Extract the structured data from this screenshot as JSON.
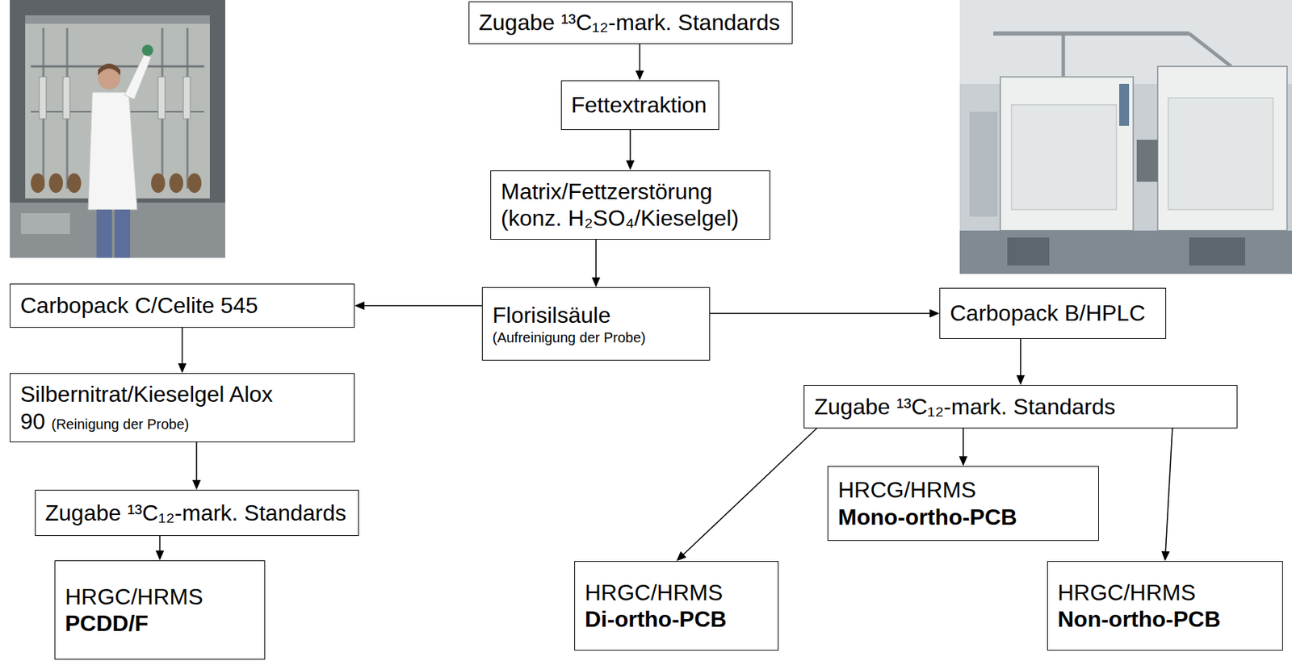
{
  "diagram": {
    "nodes": [
      {
        "text": [
          "Zugabe ¹³C₁₂-mark. Standards"
        ]
      },
      {
        "text": [
          "Fettextraktion"
        ]
      },
      {
        "text": [
          "Matrix/Fettzerstörung (konz. H₂SO₄/Kieselgel)"
        ]
      },
      {
        "text": [
          "Florisilsäule",
          "(Aufreinigung der Probe)"
        ]
      },
      {
        "text": [
          "Carbopack C/Celite 545"
        ]
      },
      {
        "text": [
          "Silbernitrat/Kieselgel Alox 90",
          "(Reinigung der Probe)"
        ]
      },
      {
        "text": [
          "Zugabe ¹³C₁₂-mark. Standards"
        ]
      },
      {
        "text": [
          "HRGC/HRMS",
          "PCDD/F"
        ]
      },
      {
        "text": [
          "Carbopack B/HPLC"
        ]
      },
      {
        "text": [
          "Zugabe ¹³C₁₂-mark. Standards"
        ]
      },
      {
        "text": [
          "HRCG/HRMS",
          "Mono-ortho-PCB"
        ]
      },
      {
        "text": [
          "HRGC/HRMS",
          "Di-ortho-PCB"
        ]
      },
      {
        "text": [
          "HRGC/HRMS",
          "Non-ortho-PCB"
        ]
      }
    ],
    "edges": [
      {
        "from": 0,
        "to": 1,
        "arrow": "to"
      },
      {
        "from": 1,
        "to": 2,
        "arrow": "to"
      },
      {
        "from": 2,
        "to": 3,
        "arrow": "to"
      },
      {
        "from": 3,
        "to": 4,
        "arrow": "to"
      },
      {
        "from": 3,
        "to": 8,
        "arrow": "to"
      },
      {
        "from": 4,
        "to": 5,
        "arrow": "to"
      },
      {
        "from": 5,
        "to": 6,
        "arrow": "to"
      },
      {
        "from": 6,
        "to": 7,
        "arrow": "to"
      },
      {
        "from": 8,
        "to": 9,
        "arrow": "to"
      },
      {
        "from": 9,
        "to": 10,
        "arrow": "to"
      },
      {
        "from": 9,
        "to": 11,
        "arrow": "to"
      },
      {
        "from": 9,
        "to": 12,
        "arrow": "to"
      }
    ]
  }
}
